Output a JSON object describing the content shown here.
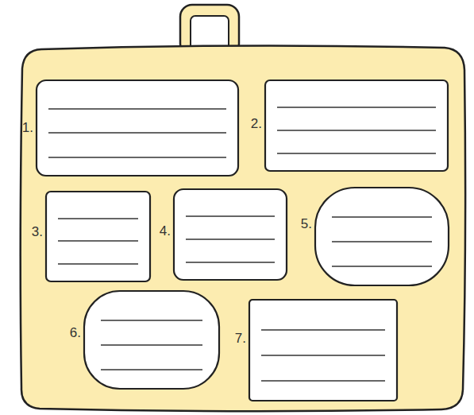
{
  "diagram": {
    "nodes": [
      {
        "text": [
          "1."
        ]
      },
      {
        "text": [
          "2."
        ]
      },
      {
        "text": [
          "3."
        ]
      },
      {
        "text": [
          "4."
        ]
      },
      {
        "text": [
          "5."
        ]
      },
      {
        "text": [
          "6."
        ]
      },
      {
        "text": [
          "7."
        ]
      }
    ]
  }
}
